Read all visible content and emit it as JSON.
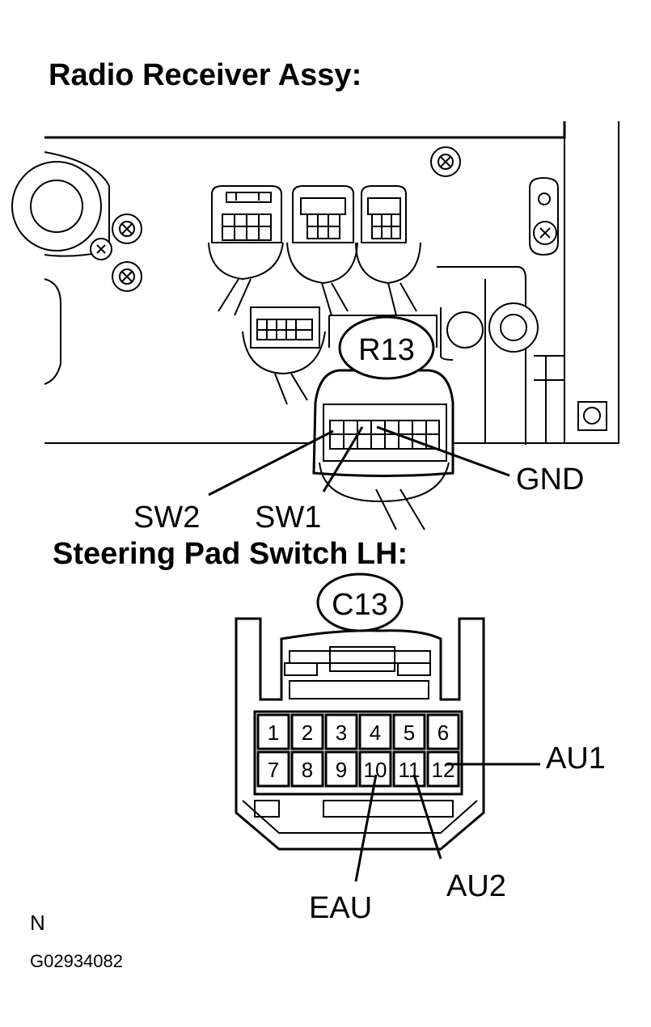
{
  "titles": {
    "radio": "Radio Receiver Assy:",
    "steering": "Steering Pad Switch LH:"
  },
  "connectors": {
    "radio_id": "R13",
    "switch_id": "C13"
  },
  "radio_pins": {
    "sw2": "SW2",
    "sw1": "SW1",
    "gnd": "GND"
  },
  "switch_pins": {
    "numbers": [
      "1",
      "2",
      "3",
      "4",
      "5",
      "6",
      "7",
      "8",
      "9",
      "10",
      "11",
      "12"
    ],
    "au1": "AU1",
    "au2": "AU2",
    "eau": "EAU"
  },
  "footer": {
    "view_code": "N",
    "figure_id": "G02934082"
  }
}
